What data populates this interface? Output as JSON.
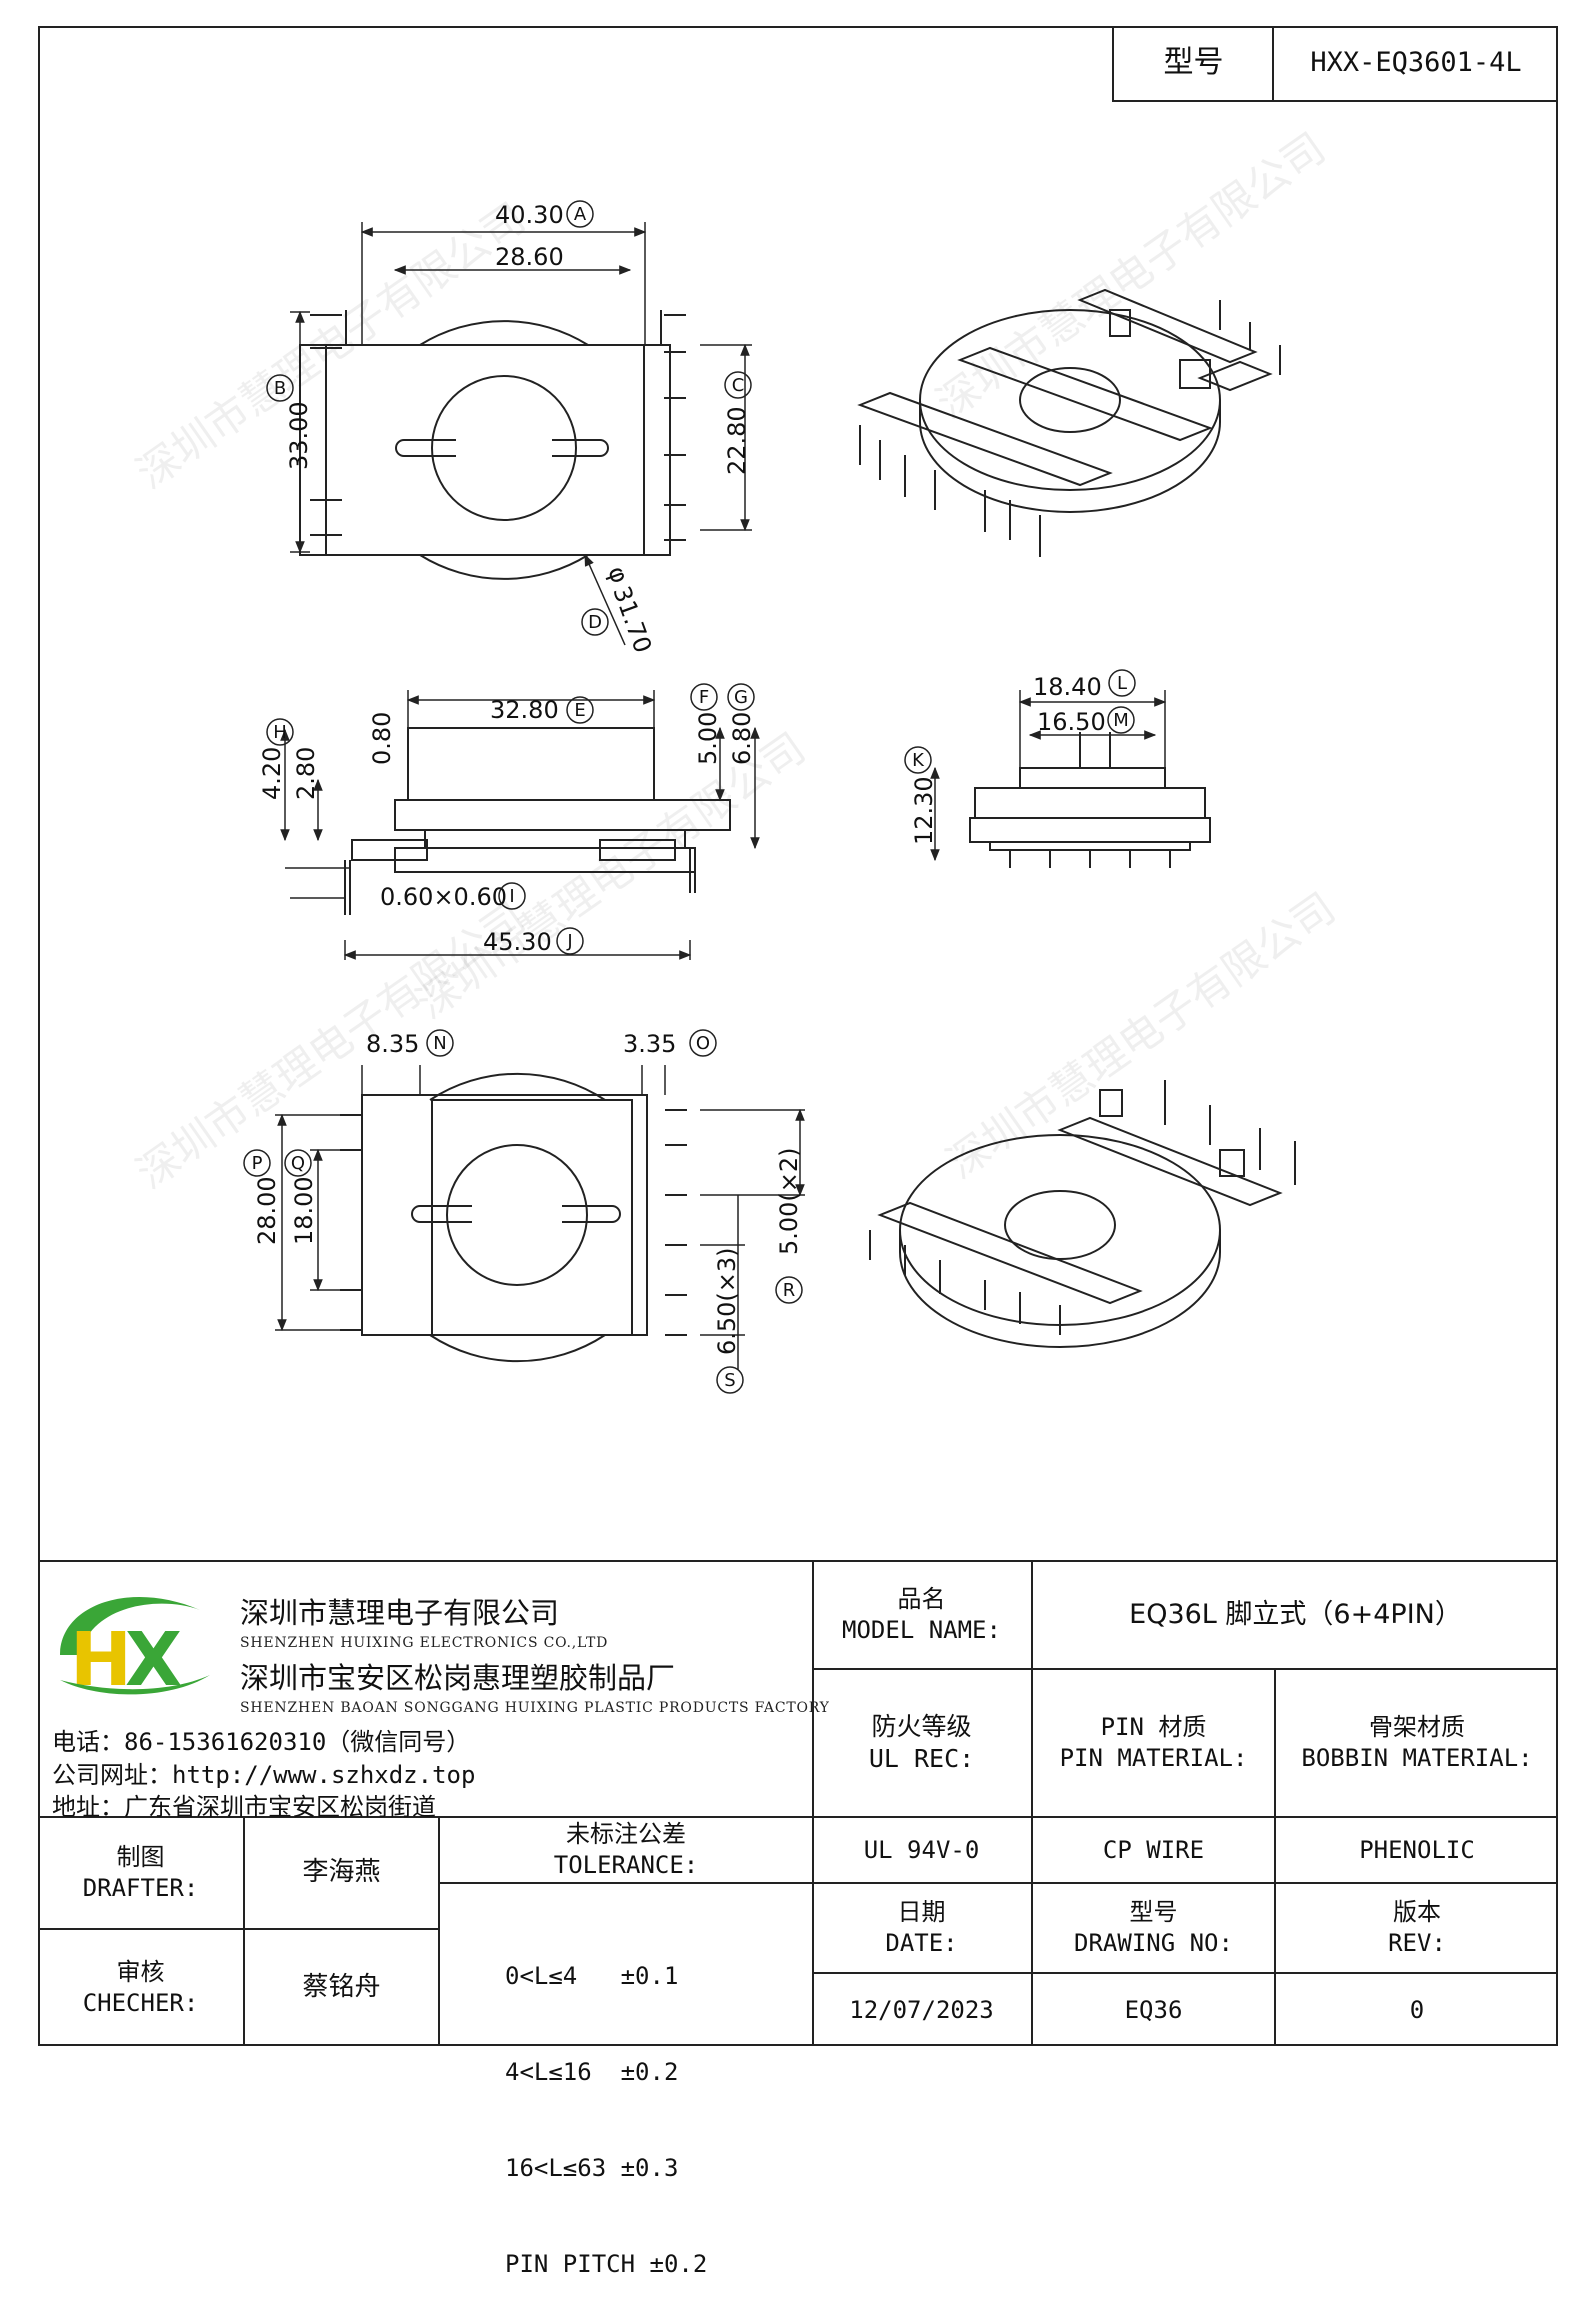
{
  "header": {
    "model_label": "型号",
    "model_value": "HXX-EQ3601-4L"
  },
  "watermark": "深圳市慧理电子有限公司",
  "dimensions": {
    "A": "40.30",
    "B": "33.00",
    "C": "22.80",
    "D": "31.70",
    "inner_top": "28.60",
    "E": "32.80",
    "F": "5.00",
    "G": "6.80",
    "H": "4.20",
    "side_2_80": "2.80",
    "side_0_80": "0.80",
    "I": "0.60×0.60",
    "J": "45.30",
    "L": "18.40",
    "M": "16.50",
    "K": "12.30",
    "N": "8.35",
    "O": "3.35",
    "P": "28.00",
    "Q": "18.00",
    "R": "5.00(×2)",
    "S": "6.50(×3)"
  },
  "letters": {
    "A": "A",
    "B": "B",
    "C": "C",
    "D": "D",
    "E": "E",
    "F": "F",
    "G": "G",
    "H": "H",
    "I": "I",
    "J": "J",
    "K": "K",
    "L": "L",
    "M": "M",
    "N": "N",
    "O": "O",
    "P": "P",
    "Q": "Q",
    "R": "R",
    "S": "S"
  },
  "phi": "φ",
  "company": {
    "name_cn": "深圳市慧理电子有限公司",
    "name_en": "SHENZHEN HUIXING ELECTRONICS CO.,LTD",
    "factory_cn": "深圳市宝安区松岗惠理塑胶制品厂",
    "factory_en": "SHENZHEN BAOAN SONGGANG HUIXING PLASTIC PRODUCTS FACTORY",
    "phone": "电话：86-15361620310（微信同号）",
    "website": "公司网址：http://www.szhxdz.top",
    "address": "地址：广东省深圳市宝安区松岗街道",
    "logo_letters": "HX"
  },
  "table": {
    "model_name_cn": "品名",
    "model_name_en": "MODEL NAME:",
    "model_name_value": "EQ36L 脚立式（6+4PIN）",
    "ul_rec_cn": "防火等级",
    "ul_rec_en": "UL REC:",
    "pin_mat_cn": "PIN 材质",
    "pin_mat_en": "PIN MATERIAL:",
    "bobbin_mat_cn": "骨架材质",
    "bobbin_mat_en": "BOBBIN MATERIAL:",
    "ul_value": "UL 94V-0",
    "pin_value": "CP WIRE",
    "bobbin_value": "PHENOLIC",
    "drafter_cn": "制图",
    "drafter_en": "DRAFTER:",
    "drafter_name": "李海燕",
    "checker_cn": "审核",
    "checker_en": "CHECHER:",
    "checker_name": "蔡铭舟",
    "tolerance_cn": "未标注公差",
    "tolerance_en": "TOLERANCE:",
    "tolerance_lines": [
      "0<L≤4   ±0.1",
      "4<L≤16  ±0.2",
      "16<L≤63 ±0.3",
      "PIN PITCH ±0.2"
    ],
    "date_cn": "日期",
    "date_en": "DATE:",
    "drawing_no_cn": "型号",
    "drawing_no_en": "DRAWING NO:",
    "rev_cn": "版本",
    "rev_en": "REV:",
    "date_value": "12/07/2023",
    "drawing_no_value": "EQ36",
    "rev_value": "0"
  },
  "colors": {
    "logo_green": "#3aa637",
    "logo_yellow": "#e8c400",
    "line": "#222222"
  }
}
